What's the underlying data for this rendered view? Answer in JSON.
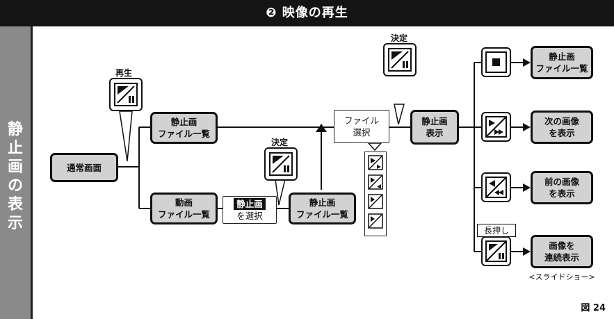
{
  "header": {
    "title": "❷ 映像の再生"
  },
  "side_label": [
    "静",
    "止",
    "画",
    "の",
    "表",
    "示"
  ],
  "labels": {
    "play": "再生",
    "decide_1": "決定",
    "decide_2": "決定",
    "long_press": "長押し"
  },
  "boxes": {
    "normal": "通常画面",
    "still_list_top_1": "静止画",
    "still_list_top_2": "ファイル一覧",
    "movie_list_1": "動画",
    "movie_list_2": "ファイル一覧",
    "select_still_1": "静止画",
    "select_still_2": "を選択",
    "still_list_mid_1": "静止画",
    "still_list_mid_2": "ファイル一覧",
    "file_select_1": "ファイル",
    "file_select_2": "選択",
    "still_show_1": "静止画",
    "still_show_2": "表示",
    "r_list_1": "静止画",
    "r_list_2": "ファイル一覧",
    "r_next_1": "次の画像",
    "r_next_2": "を表示",
    "r_prev_1": "前の画像",
    "r_prev_2": "を表示",
    "r_cont_1": "画像を",
    "r_cont_2": "連続表示"
  },
  "slideshow": "<スライドショー>",
  "figure": "図 24",
  "icons": [
    "play-pause-icon",
    "stop-icon",
    "next-icon",
    "prev-icon",
    "slow-forward-icon",
    "slow-back-icon"
  ]
}
